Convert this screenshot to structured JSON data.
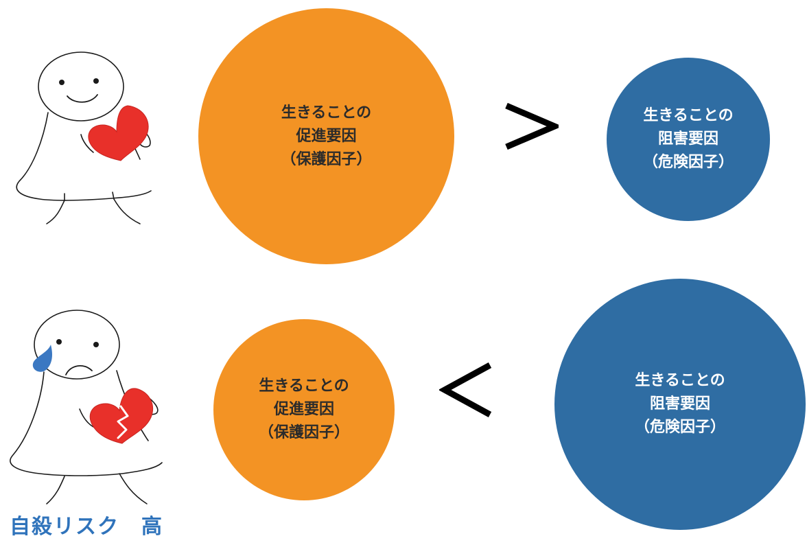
{
  "diagram": {
    "top_row": {
      "protective_circle": {
        "lines": [
          "生きることの",
          "促進要因",
          "（保護因子）"
        ],
        "color": "#f39324"
      },
      "comparator": ">",
      "risk_circle": {
        "lines": [
          "生きることの",
          "阻害要因",
          "（危険因子）"
        ],
        "color": "#2f6da3"
      }
    },
    "bottom_row": {
      "protective_circle": {
        "lines": [
          "生きることの",
          "促進要因",
          "（保護因子）"
        ],
        "color": "#f39324"
      },
      "comparator": "<",
      "risk_circle": {
        "lines": [
          "生きることの",
          "阻害要因",
          "（危険因子）"
        ],
        "color": "#2f6da3"
      }
    },
    "figures": {
      "happy": {
        "icon": "smiling-figure-holding-heart-icon"
      },
      "sad": {
        "icon": "crying-figure-holding-broken-heart-icon"
      }
    },
    "risk_label": "自殺リスク　高",
    "colors": {
      "orange": "#f39324",
      "blue": "#2f6da3",
      "label_blue": "#2f73bb",
      "heart_red": "#e8302a",
      "tear_blue": "#3b78c2"
    }
  }
}
